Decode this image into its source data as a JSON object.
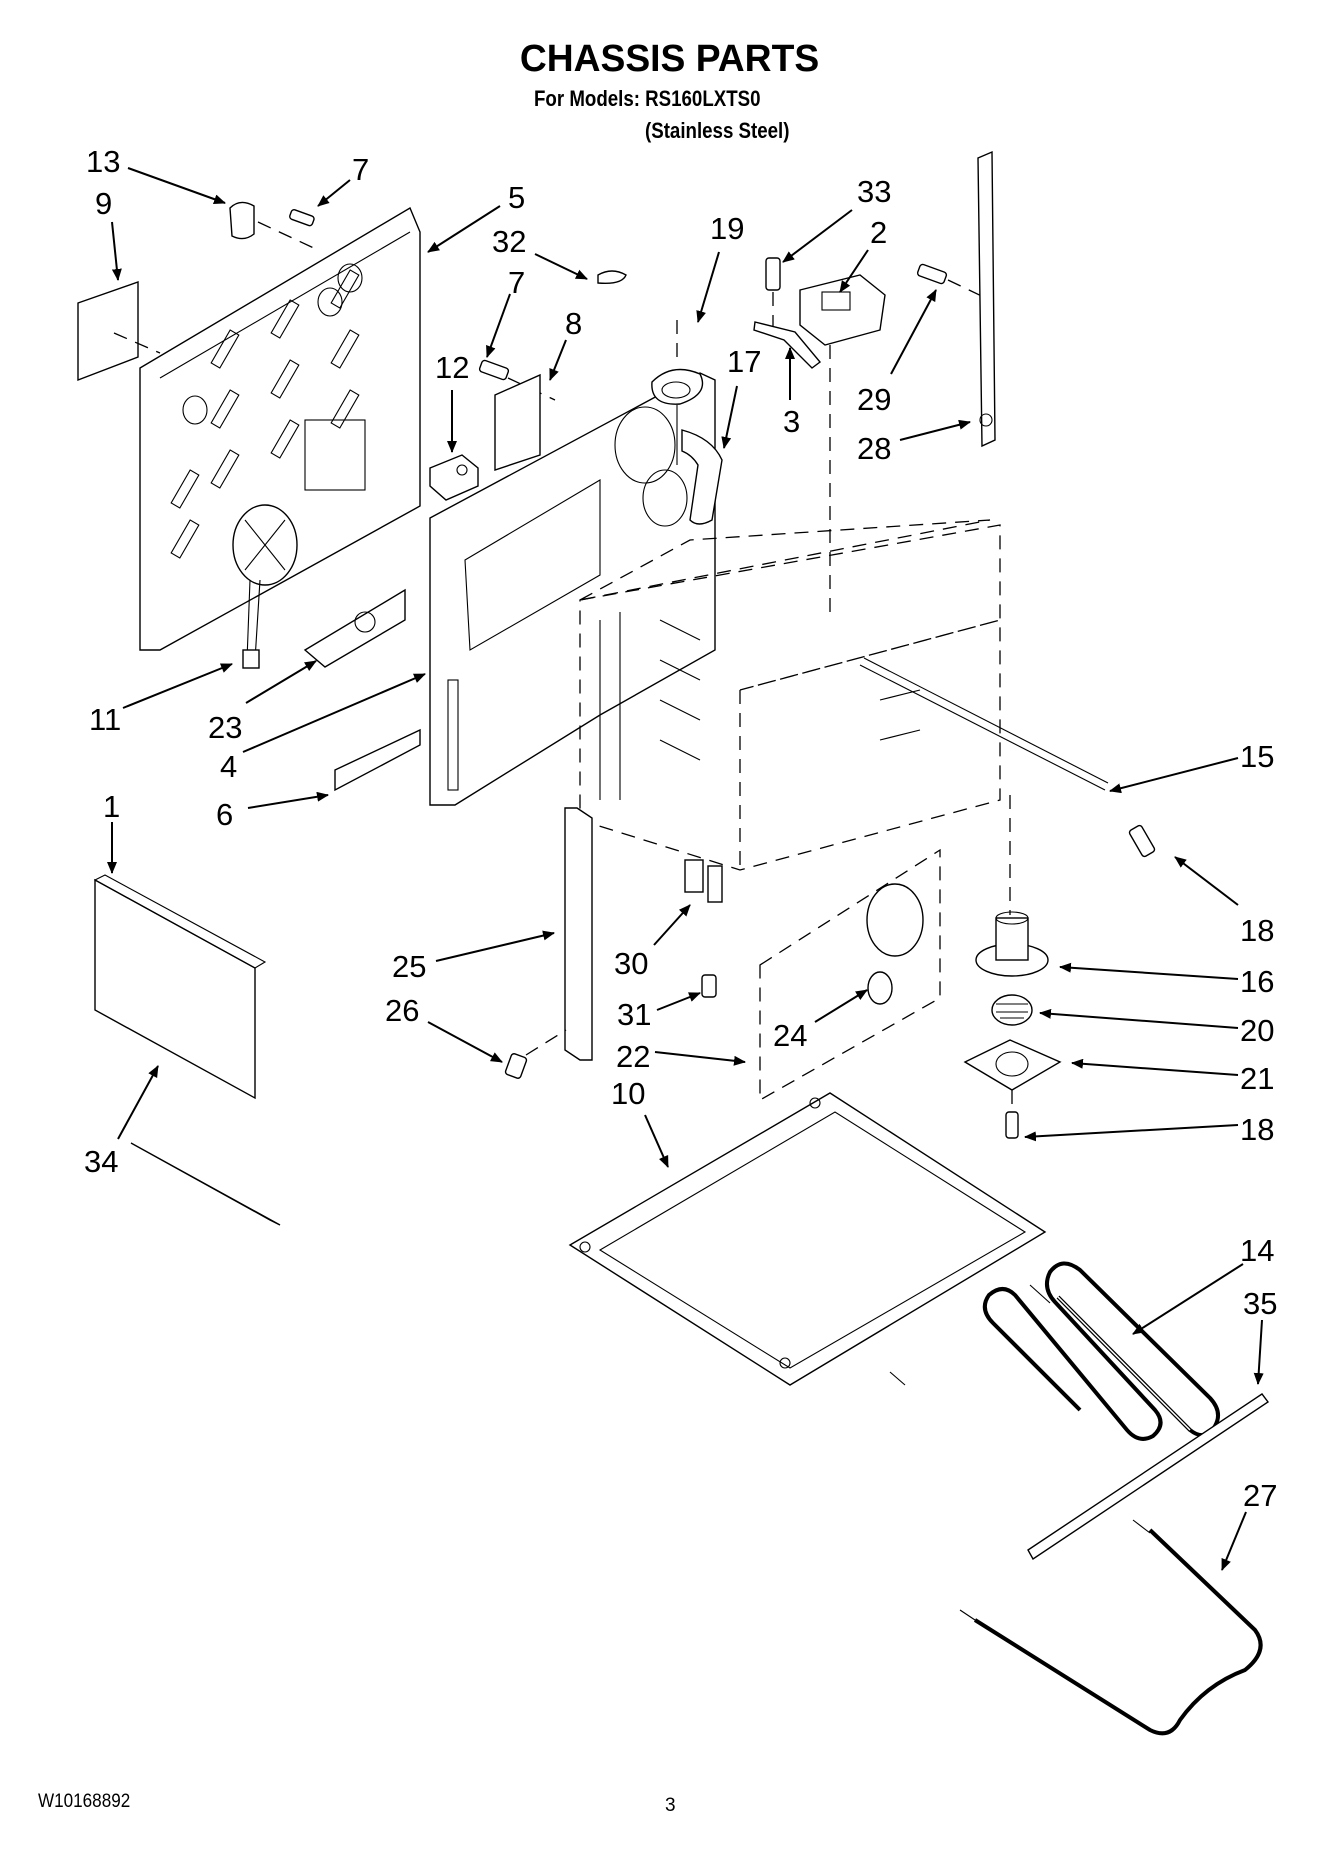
{
  "header": {
    "title": "CHASSIS PARTS",
    "models_line": "For Models: RS160LXTS0",
    "finish_line": "(Stainless Steel)"
  },
  "footer": {
    "document_code": "W10168892",
    "page_number": "3"
  },
  "callouts": [
    {
      "id": "c13",
      "label": "13"
    },
    {
      "id": "c9",
      "label": "9"
    },
    {
      "id": "c7a",
      "label": "7"
    },
    {
      "id": "c5",
      "label": "5"
    },
    {
      "id": "c32",
      "label": "32"
    },
    {
      "id": "c7b",
      "label": "7"
    },
    {
      "id": "c8",
      "label": "8"
    },
    {
      "id": "c12",
      "label": "12"
    },
    {
      "id": "c19",
      "label": "19"
    },
    {
      "id": "c17",
      "label": "17"
    },
    {
      "id": "c33",
      "label": "33"
    },
    {
      "id": "c2",
      "label": "2"
    },
    {
      "id": "c3",
      "label": "3"
    },
    {
      "id": "c29",
      "label": "29"
    },
    {
      "id": "c28",
      "label": "28"
    },
    {
      "id": "c11",
      "label": "11"
    },
    {
      "id": "c23",
      "label": "23"
    },
    {
      "id": "c4",
      "label": "4"
    },
    {
      "id": "c6",
      "label": "6"
    },
    {
      "id": "c1",
      "label": "1"
    },
    {
      "id": "c15",
      "label": "15"
    },
    {
      "id": "c18a",
      "label": "18"
    },
    {
      "id": "c25",
      "label": "25"
    },
    {
      "id": "c30",
      "label": "30"
    },
    {
      "id": "c26",
      "label": "26"
    },
    {
      "id": "c31",
      "label": "31"
    },
    {
      "id": "c24",
      "label": "24"
    },
    {
      "id": "c22",
      "label": "22"
    },
    {
      "id": "c16",
      "label": "16"
    },
    {
      "id": "c20",
      "label": "20"
    },
    {
      "id": "c21",
      "label": "21"
    },
    {
      "id": "c18b",
      "label": "18"
    },
    {
      "id": "c10",
      "label": "10"
    },
    {
      "id": "c34",
      "label": "34"
    },
    {
      "id": "c14",
      "label": "14"
    },
    {
      "id": "c35",
      "label": "35"
    },
    {
      "id": "c27",
      "label": "27"
    }
  ]
}
